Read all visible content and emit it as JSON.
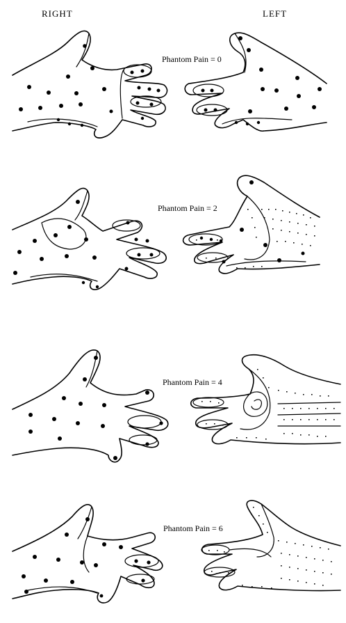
{
  "columns": {
    "right": "RIGHT",
    "left": "LEFT"
  },
  "rows": [
    {
      "label": "Phantom Pain = 0"
    },
    {
      "label": "Phantom Pain = 2"
    },
    {
      "label": "Phantom Pain = 4"
    },
    {
      "label": "Phantom Pain = 6"
    }
  ]
}
